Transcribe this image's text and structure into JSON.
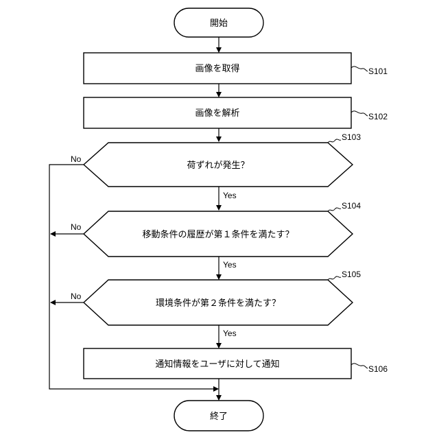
{
  "flowchart": {
    "start": "開始",
    "end": "終了",
    "steps": {
      "s101": {
        "id": "S101",
        "text": "画像を取得"
      },
      "s102": {
        "id": "S102",
        "text": "画像を解析"
      },
      "s103": {
        "id": "S103",
        "text": "荷ずれが発生？"
      },
      "s104": {
        "id": "S104",
        "text": "移動条件の履歴が第１条件を満たす？"
      },
      "s105": {
        "id": "S105",
        "text": "環境条件が第２条件を満たす？"
      },
      "s106": {
        "id": "S106",
        "text": "通知情報をユーザに対して通知"
      }
    },
    "branch_labels": {
      "yes": "Yes",
      "no": "No"
    }
  }
}
